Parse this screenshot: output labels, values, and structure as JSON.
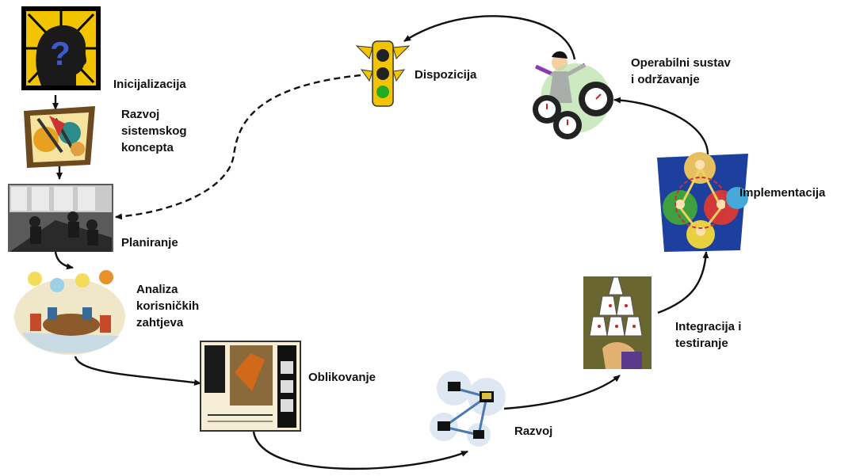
{
  "stages": {
    "initialization": {
      "label": "Inicijalizacija",
      "icon": "question-head-icon"
    },
    "system_concept": {
      "lines": [
        "Razvoj",
        "sistemskog",
        "koncepta"
      ],
      "icon": "concept-sketch-icon"
    },
    "planning": {
      "label": "Planiranje",
      "icon": "meeting-room-photo"
    },
    "requirements": {
      "lines": [
        "Analiza",
        "korisničkih",
        "zahtjeva"
      ],
      "icon": "brainstorm-meeting-icon"
    },
    "design": {
      "label": "Oblikovanje",
      "icon": "design-blueprint-icon"
    },
    "development": {
      "label": "Razvoj",
      "icon": "networked-computers-icon"
    },
    "integration": {
      "lines": [
        "Integracija i",
        "testiranje"
      ],
      "icon": "house-of-cards-icon"
    },
    "implementation": {
      "label": "Implementacija",
      "icon": "team-puzzle-icon"
    },
    "operations": {
      "lines": [
        "Operabilni sustav",
        "i održavanje"
      ],
      "icon": "juggling-clocks-icon"
    },
    "disposition": {
      "label": "Dispozicija",
      "icon": "traffic-light-icon"
    }
  },
  "colors": {
    "arrow": "#111111",
    "accent_yellow": "#f2c400",
    "accent_blue": "#1d3f9e"
  }
}
